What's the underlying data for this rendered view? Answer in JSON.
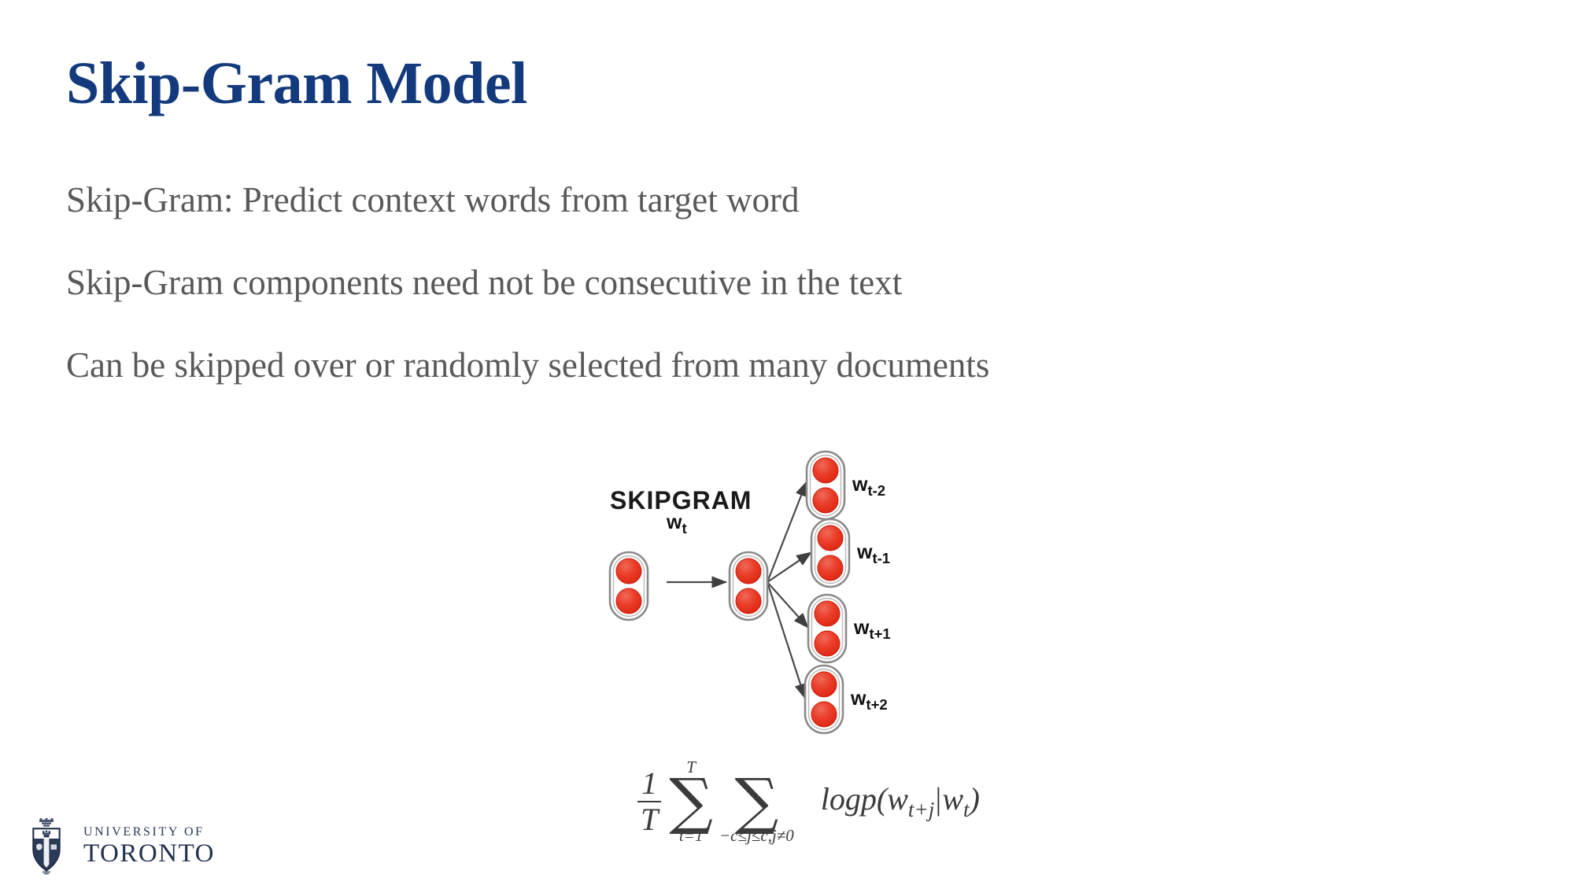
{
  "slide": {
    "title": "Skip-Gram Model",
    "title_color": "#123a7c",
    "background": "#ffffff",
    "body_color": "#595959",
    "bullets": [
      "Skip-Gram: Predict context words from target word",
      "Skip-Gram components need not be consecutive in the text",
      "Can be skipped over or randomly selected from many documents"
    ]
  },
  "figure": {
    "caption": "SKIPGRAM",
    "node_fill": "#ffffff",
    "node_border": "#7a7a7a",
    "circle_color": "#e5301f",
    "circle_color_light": "#ef5541",
    "arrow_color": "#4a4a4a",
    "input_node": {
      "label": "w",
      "sub": "t"
    },
    "hidden_node": {
      "label": ""
    },
    "output_nodes": [
      {
        "label": "w",
        "sub": "t-2"
      },
      {
        "label": "w",
        "sub": "t-1"
      },
      {
        "label": "w",
        "sub": "t+1"
      },
      {
        "label": "w",
        "sub": "t+2"
      }
    ]
  },
  "formula": {
    "fraction_numerator": "1",
    "fraction_denominator": "T",
    "sum1_upper": "T",
    "sum1_lower": "t=1",
    "sum2_upper": "",
    "sum2_lower": "−c≤j≤c,j≠0",
    "sigma": "∑",
    "log_term": "logp(",
    "log_arg1": "w",
    "log_arg1_sub": "t+j",
    "log_sep": "|",
    "log_arg2": "w",
    "log_arg2_sub": "t",
    "log_close": ")"
  },
  "logo": {
    "line1": "UNIVERSITY OF",
    "line2": "TORONTO",
    "crest_color": "#2b3a57",
    "text_color": "#23324f"
  }
}
